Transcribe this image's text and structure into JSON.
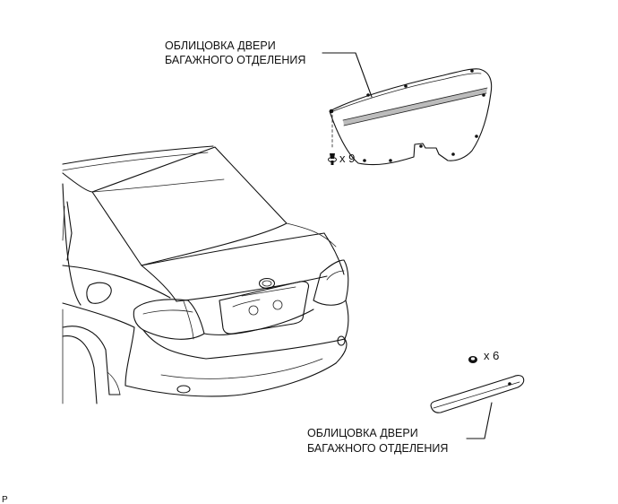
{
  "labels": {
    "upper_line1": "ОБЛИЦОВКА ДВЕРИ",
    "upper_line2": "БАГАЖНОГО ОТДЕЛЕНИЯ",
    "lower_line1": "ОБЛИЦОВКА ДВЕРИ",
    "lower_line2": "БАГАЖНОГО ОТДЕЛЕНИЯ",
    "clip_qty": "x 9",
    "nut_qty": "x 6",
    "code": "P"
  },
  "icons": [
    "clip-icon",
    "nut-icon"
  ]
}
